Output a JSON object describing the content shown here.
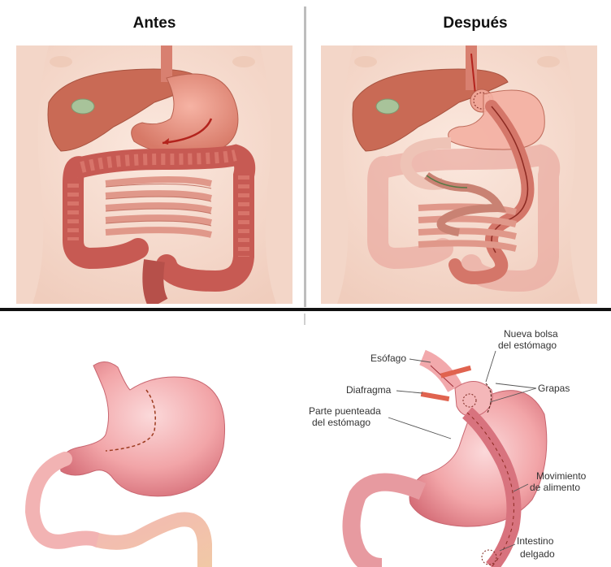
{
  "top": {
    "left_title": "Antes",
    "right_title": "Después"
  },
  "labels": {
    "esofago": "Esófago",
    "diafragma": "Diafragma",
    "nueva_bolsa_1": "Nueva bolsa",
    "nueva_bolsa_2": "del estómago",
    "grapas": "Grapas",
    "parte_1": "Parte puenteada",
    "parte_2": "del estómago",
    "movimiento_1": "Movimiento",
    "movimiento_2": "de alimento",
    "intestino_1": "Intestino",
    "intestino_2": "delgado"
  },
  "colors": {
    "skin": "#f6ddd0",
    "organ": "#d8746a",
    "colon": "#c7564f",
    "stomach": "#f2a7a5",
    "gallbladder": "#a9c59a",
    "staple": "#e0634f",
    "divider": "#111111",
    "vdivider": "#b9b9b9"
  }
}
